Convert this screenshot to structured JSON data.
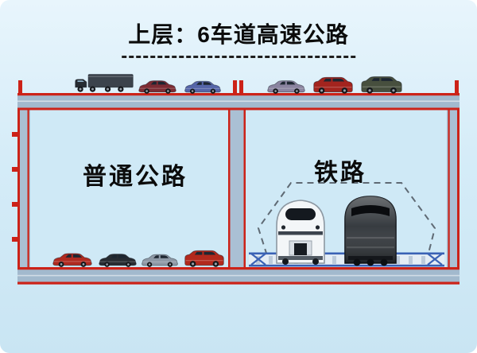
{
  "title": "上层：6车道高速公路",
  "chambers": {
    "left": {
      "label": "普通公路"
    },
    "right": {
      "label": "铁路"
    }
  },
  "vehicles": {
    "deck": [
      {
        "icon": "truck-icon",
        "color": "#3c434c"
      },
      {
        "icon": "sedan-icon",
        "color": "#7c2b33"
      },
      {
        "icon": "sedan-icon",
        "color": "#5565a8"
      },
      {
        "icon": "sedan-icon",
        "color": "#8b84a0"
      },
      {
        "icon": "suv-icon",
        "color": "#a3241e"
      },
      {
        "icon": "suv-icon",
        "color": "#474f3e"
      }
    ],
    "lower_road": [
      {
        "icon": "sedan-icon",
        "color": "#b02a20"
      },
      {
        "icon": "sedan-icon",
        "color": "#272b31"
      },
      {
        "icon": "sedan-icon",
        "color": "#8e99a6"
      },
      {
        "icon": "suv-icon",
        "color": "#b2291d"
      }
    ],
    "trains": [
      {
        "icon": "high-speed-train-icon",
        "color": "#f3f6f8"
      },
      {
        "icon": "dark-train-icon",
        "color": "#2c3136"
      }
    ]
  },
  "colors": {
    "background": "#d5ecf8",
    "cell_fill": "#cfe9f6",
    "slab_fill": "#a2b9cd",
    "wall_fill": "#aac0d4",
    "red_line": "#cc2218",
    "blue_line": "#3a62b5",
    "dash_outline": "#5f6a74",
    "text": "#0b0b0b"
  }
}
